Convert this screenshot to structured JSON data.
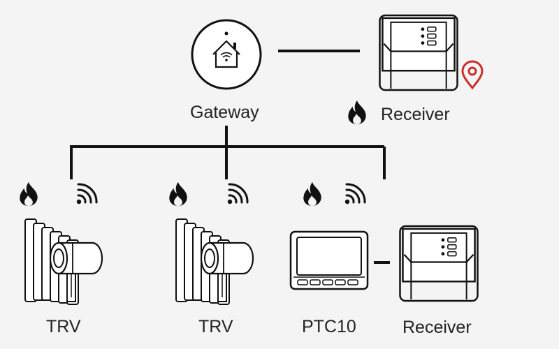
{
  "labels": {
    "gateway": "Gateway",
    "receiver_top": "Receiver",
    "trv_1": "TRV",
    "trv_2": "TRV",
    "ptc10": "PTC10",
    "receiver_bottom": "Receiver"
  },
  "icons": {
    "gateway": "house-wifi-icon",
    "receiver": "receiver-icon",
    "location": "map-pin-icon",
    "heat": "flame-icon",
    "wireless": "wireless-signal-icon",
    "trv": "radiator-valve-icon",
    "thermostat": "thermostat-icon"
  },
  "colors": {
    "lines": "#111111",
    "pin": "#c9302c",
    "background": "#f4f4f4"
  }
}
